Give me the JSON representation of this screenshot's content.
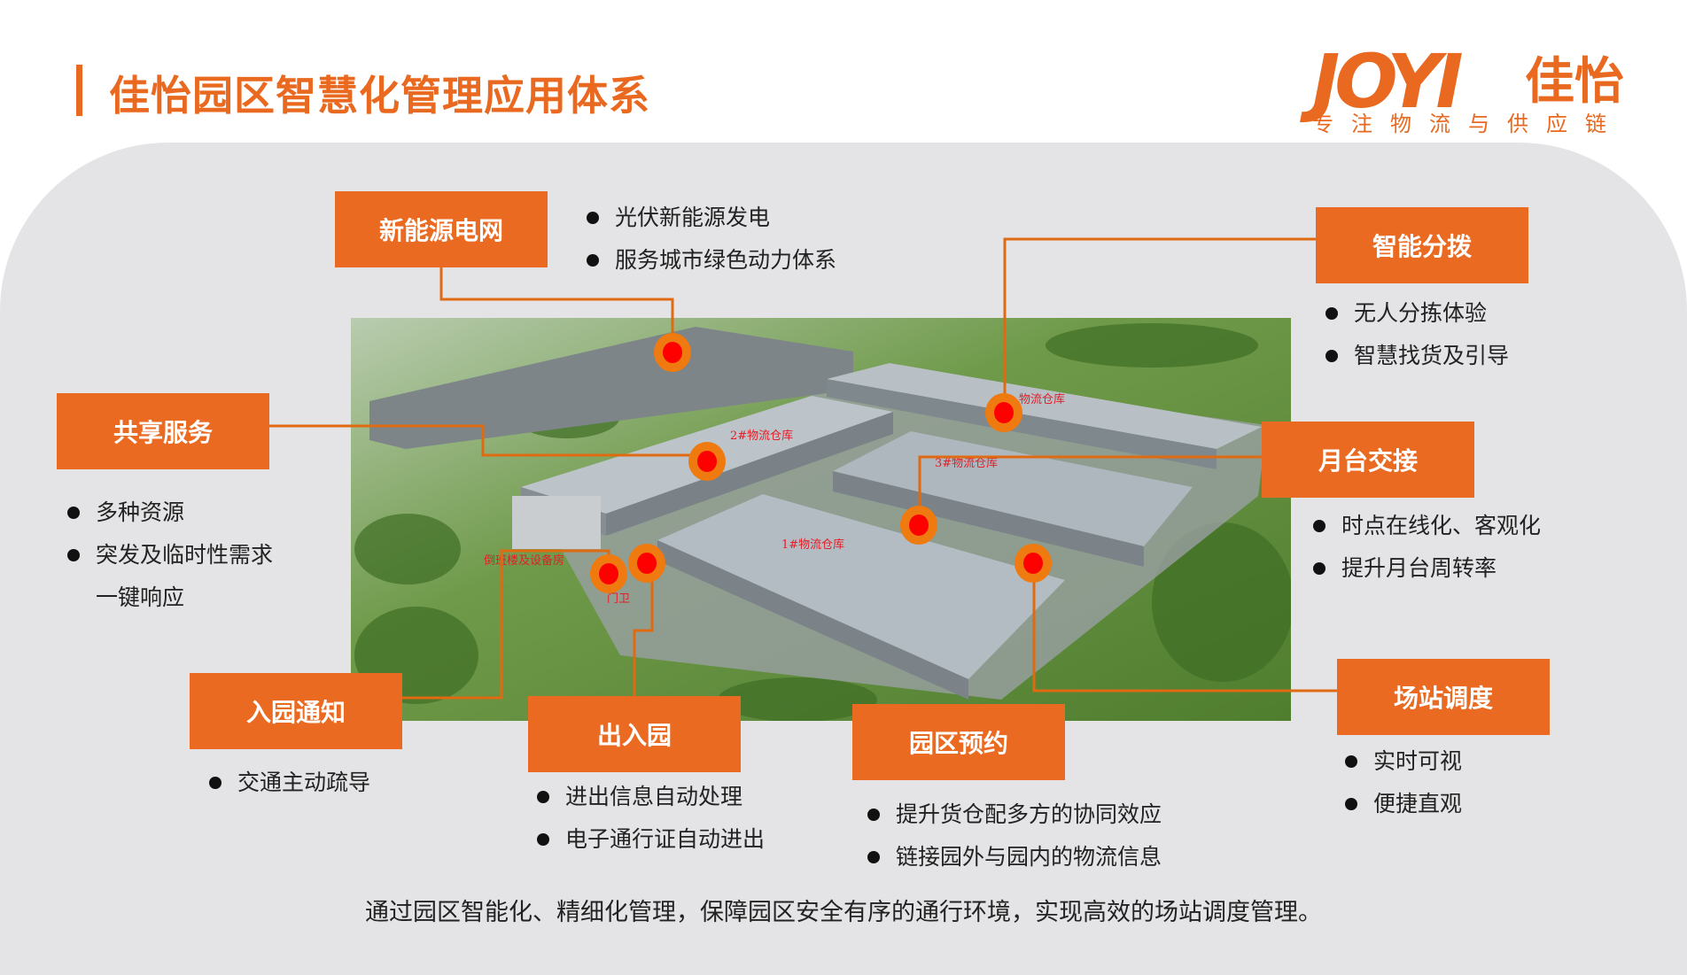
{
  "header": {
    "title": "佳怡园区智慧化管理应用体系"
  },
  "logo": {
    "mark": "JOYI",
    "cn": "佳怡",
    "tagline": "专注物流与供应链"
  },
  "photo_labels": [
    "物流仓库",
    "2#物流仓库",
    "3#物流仓库",
    "1#物流仓库",
    "倒班楼及设备房",
    "门卫"
  ],
  "modules": [
    {
      "title": "新能源电网",
      "items": [
        "光伏新能源发电",
        "服务城市绿色动力体系"
      ]
    },
    {
      "title": "智能分拨",
      "items": [
        "无人分拣体验",
        "智慧找货及引导"
      ]
    },
    {
      "title": "共享服务",
      "items": [
        "多种资源",
        "突发及临时性需求",
        "一键响应"
      ]
    },
    {
      "title": "月台交接",
      "items": [
        "时点在线化、客观化",
        "提升月台周转率"
      ]
    },
    {
      "title": "入园通知",
      "items": [
        "交通主动疏导"
      ]
    },
    {
      "title": "出入园",
      "items": [
        "进出信息自动处理",
        "电子通行证自动进出"
      ]
    },
    {
      "title": "园区预约",
      "items": [
        "提升货仓配多方的协同效应",
        "链接园外与园内的物流信息"
      ]
    },
    {
      "title": "场站调度",
      "items": [
        "实时可视",
        "便捷直观"
      ]
    }
  ],
  "footer": "通过园区智能化、精细化管理，保障园区安全有序的通行环境，实现高效的场站调度管理。",
  "colors": {
    "accent": "#eb6a21",
    "marker": "#ff0000",
    "panel": "#e4e4e6"
  }
}
